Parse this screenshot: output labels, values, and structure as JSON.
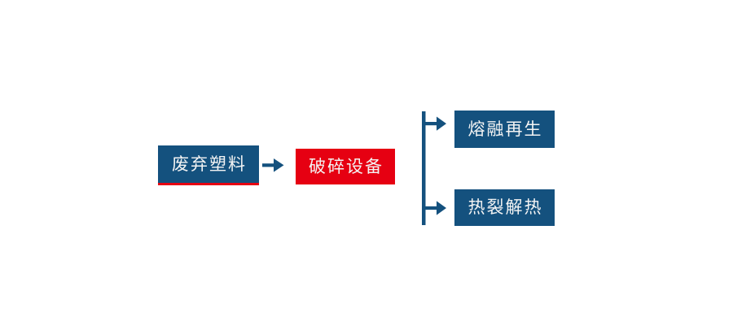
{
  "diagram": {
    "type": "flowchart",
    "background_color": "#FFFFFF",
    "colors": {
      "node_blue": "#14517E",
      "node_red": "#E60012",
      "label_text": "#F4F4F4",
      "connector": "#14517E",
      "page_bg": "#FFFFFF"
    },
    "nodes": [
      {
        "label": "废弃塑料",
        "variant": "blue",
        "accent_underline": true
      },
      {
        "label": "破碎设备",
        "variant": "red"
      },
      {
        "label": "熔融再生",
        "variant": "blue"
      },
      {
        "label": "热裂解热",
        "variant": "blue"
      }
    ],
    "edges": [
      {
        "from": "废弃塑料",
        "to": "破碎设备",
        "style": "arrow-right"
      },
      {
        "from": "破碎设备",
        "to": "熔融再生",
        "style": "branch-arrow"
      },
      {
        "from": "破碎设备",
        "to": "热裂解热",
        "style": "branch-arrow"
      }
    ],
    "icons": [
      "arrow-right-icon",
      "branch-connector"
    ]
  }
}
